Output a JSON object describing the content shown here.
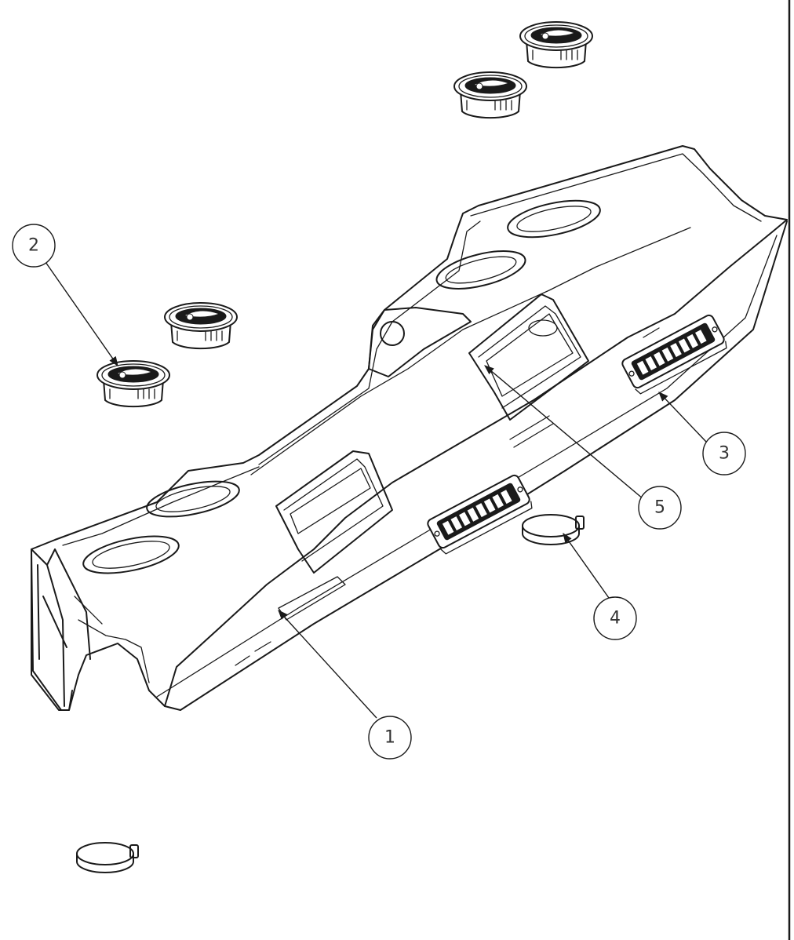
{
  "diagram": {
    "callouts": [
      {
        "id": "1",
        "label": "1",
        "part": "duct-assembly"
      },
      {
        "id": "2",
        "label": "2",
        "part": "round-air-vent"
      },
      {
        "id": "3",
        "label": "3",
        "part": "grille-vent"
      },
      {
        "id": "4",
        "label": "4",
        "part": "hose-clamp"
      },
      {
        "id": "5",
        "label": "5",
        "part": "vent-insert"
      }
    ],
    "colors": {
      "line": "#1a1a1a",
      "label": "#333333",
      "background": "#ffffff"
    }
  }
}
